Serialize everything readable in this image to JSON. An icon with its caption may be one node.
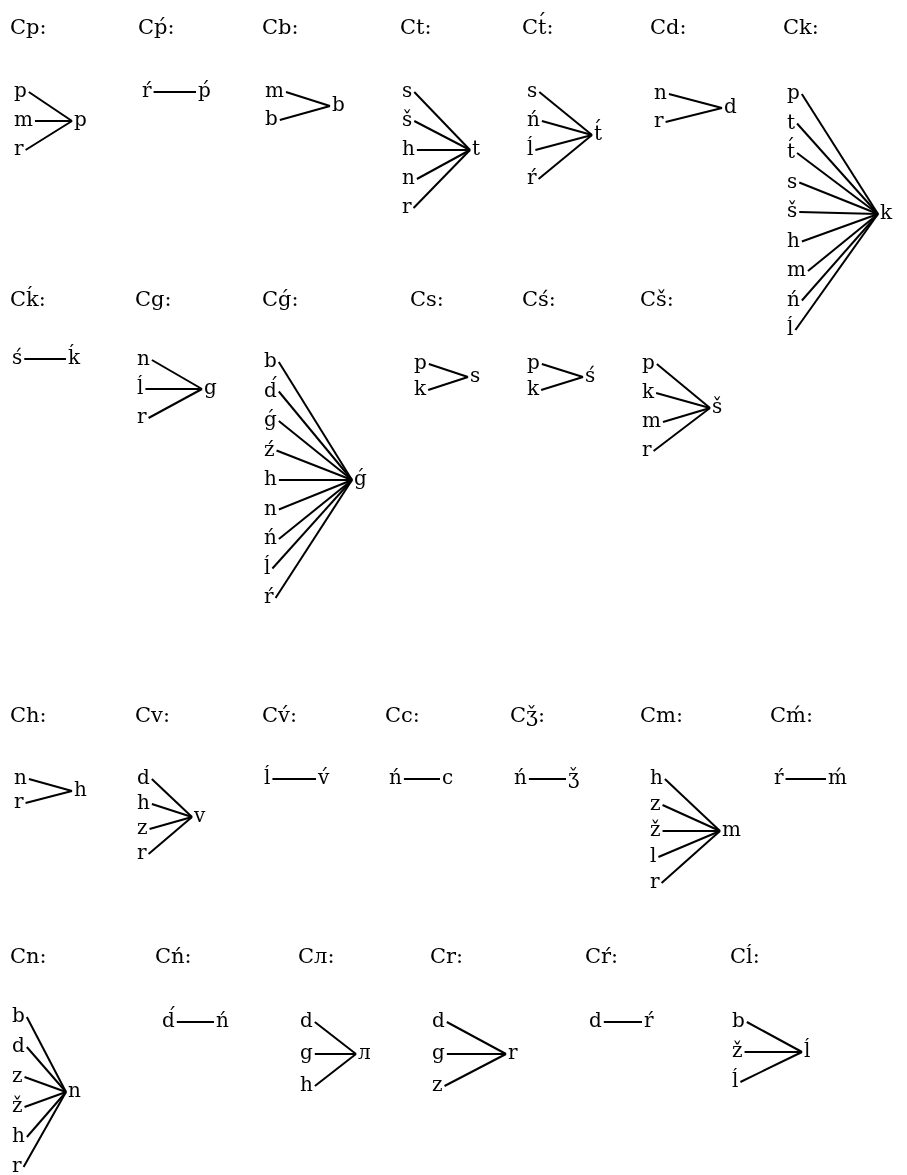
{
  "diagram": {
    "nodes": [
      {
        "text": [
          "p"
        ]
      },
      {
        "text": [
          "m"
        ]
      },
      {
        "text": [
          "r"
        ]
      },
      {
        "text": [
          "p"
        ]
      },
      {
        "text": [
          "ŕ"
        ]
      },
      {
        "text": [
          "ṕ"
        ]
      },
      {
        "text": [
          "m"
        ]
      },
      {
        "text": [
          "b"
        ]
      },
      {
        "text": [
          "b"
        ]
      },
      {
        "text": [
          "s"
        ]
      },
      {
        "text": [
          "š"
        ]
      },
      {
        "text": [
          "h"
        ]
      },
      {
        "text": [
          "n"
        ]
      },
      {
        "text": [
          "r"
        ]
      },
      {
        "text": [
          "t"
        ]
      },
      {
        "text": [
          "s"
        ]
      },
      {
        "text": [
          "ń"
        ]
      },
      {
        "text": [
          "ĺ"
        ]
      },
      {
        "text": [
          "ŕ"
        ]
      },
      {
        "text": [
          "t́"
        ]
      },
      {
        "text": [
          "n"
        ]
      },
      {
        "text": [
          "r"
        ]
      },
      {
        "text": [
          "d"
        ]
      },
      {
        "text": [
          "p"
        ]
      },
      {
        "text": [
          "t"
        ]
      },
      {
        "text": [
          "t́"
        ]
      },
      {
        "text": [
          "s"
        ]
      },
      {
        "text": [
          "š"
        ]
      },
      {
        "text": [
          "h"
        ]
      },
      {
        "text": [
          "m"
        ]
      },
      {
        "text": [
          "ń"
        ]
      },
      {
        "text": [
          "ĺ"
        ]
      },
      {
        "text": [
          "k"
        ]
      },
      {
        "text": [
          "ś"
        ]
      },
      {
        "text": [
          "ḱ"
        ]
      },
      {
        "text": [
          "n"
        ]
      },
      {
        "text": [
          "ĺ"
        ]
      },
      {
        "text": [
          "r"
        ]
      },
      {
        "text": [
          "g"
        ]
      },
      {
        "text": [
          "b"
        ]
      },
      {
        "text": [
          "d́"
        ]
      },
      {
        "text": [
          "ǵ"
        ]
      },
      {
        "text": [
          "ź"
        ]
      },
      {
        "text": [
          "h"
        ]
      },
      {
        "text": [
          "n"
        ]
      },
      {
        "text": [
          "ń"
        ]
      },
      {
        "text": [
          "ĺ"
        ]
      },
      {
        "text": [
          "ŕ"
        ]
      },
      {
        "text": [
          "ǵ"
        ]
      },
      {
        "text": [
          "p"
        ]
      },
      {
        "text": [
          "k"
        ]
      },
      {
        "text": [
          "s"
        ]
      },
      {
        "text": [
          "p"
        ]
      },
      {
        "text": [
          "k"
        ]
      },
      {
        "text": [
          "ś"
        ]
      },
      {
        "text": [
          "p"
        ]
      },
      {
        "text": [
          "k"
        ]
      },
      {
        "text": [
          "m"
        ]
      },
      {
        "text": [
          "r"
        ]
      },
      {
        "text": [
          "š"
        ]
      },
      {
        "text": [
          "n"
        ]
      },
      {
        "text": [
          "r"
        ]
      },
      {
        "text": [
          "h"
        ]
      },
      {
        "text": [
          "d"
        ]
      },
      {
        "text": [
          "h"
        ]
      },
      {
        "text": [
          "z"
        ]
      },
      {
        "text": [
          "r"
        ]
      },
      {
        "text": [
          "v"
        ]
      },
      {
        "text": [
          "ĺ"
        ]
      },
      {
        "text": [
          "v́"
        ]
      },
      {
        "text": [
          "ń"
        ]
      },
      {
        "text": [
          "c"
        ]
      },
      {
        "text": [
          "ń"
        ]
      },
      {
        "text": [
          "ǯ"
        ]
      },
      {
        "text": [
          "h"
        ]
      },
      {
        "text": [
          "z"
        ]
      },
      {
        "text": [
          "ž"
        ]
      },
      {
        "text": [
          "l"
        ]
      },
      {
        "text": [
          "r"
        ]
      },
      {
        "text": [
          "m"
        ]
      },
      {
        "text": [
          "ŕ"
        ]
      },
      {
        "text": [
          "ḿ"
        ]
      },
      {
        "text": [
          "b"
        ]
      },
      {
        "text": [
          "d"
        ]
      },
      {
        "text": [
          "z"
        ]
      },
      {
        "text": [
          "ž"
        ]
      },
      {
        "text": [
          "h"
        ]
      },
      {
        "text": [
          "r"
        ]
      },
      {
        "text": [
          "n"
        ]
      },
      {
        "text": [
          "d́"
        ]
      },
      {
        "text": [
          "ń"
        ]
      },
      {
        "text": [
          "d"
        ]
      },
      {
        "text": [
          "g"
        ]
      },
      {
        "text": [
          "h"
        ]
      },
      {
        "text": [
          "л"
        ]
      },
      {
        "text": [
          "d"
        ]
      },
      {
        "text": [
          "g"
        ]
      },
      {
        "text": [
          "z"
        ]
      },
      {
        "text": [
          "r"
        ]
      },
      {
        "text": [
          "d"
        ]
      },
      {
        "text": [
          "ŕ"
        ]
      },
      {
        "text": [
          "b"
        ]
      },
      {
        "text": [
          "ž"
        ]
      },
      {
        "text": [
          "ĺ"
        ]
      },
      {
        "text": [
          "ĺ"
        ]
      }
    ],
    "edges": [
      {
        "from": 0,
        "to": 3,
        "arrow": "none"
      },
      {
        "from": 1,
        "to": 3,
        "arrow": "none"
      },
      {
        "from": 2,
        "to": 3,
        "arrow": "none"
      },
      {
        "from": 4,
        "to": 5,
        "arrow": "none"
      },
      {
        "from": 6,
        "to": 8,
        "arrow": "none"
      },
      {
        "from": 7,
        "to": 8,
        "arrow": "none"
      },
      {
        "from": 9,
        "to": 14,
        "arrow": "none"
      },
      {
        "from": 10,
        "to": 14,
        "arrow": "none"
      },
      {
        "from": 11,
        "to": 14,
        "arrow": "none"
      },
      {
        "from": 12,
        "to": 14,
        "arrow": "none"
      },
      {
        "from": 13,
        "to": 14,
        "arrow": "none"
      },
      {
        "from": 15,
        "to": 19,
        "arrow": "none"
      },
      {
        "from": 16,
        "to": 19,
        "arrow": "none"
      },
      {
        "from": 17,
        "to": 19,
        "arrow": "none"
      },
      {
        "from": 18,
        "to": 19,
        "arrow": "none"
      },
      {
        "from": 20,
        "to": 22,
        "arrow": "none"
      },
      {
        "from": 21,
        "to": 22,
        "arrow": "none"
      },
      {
        "from": 23,
        "to": 32,
        "arrow": "none"
      },
      {
        "from": 24,
        "to": 32,
        "arrow": "none"
      },
      {
        "from": 25,
        "to": 32,
        "arrow": "none"
      },
      {
        "from": 26,
        "to": 32,
        "arrow": "none"
      },
      {
        "from": 27,
        "to": 32,
        "arrow": "none"
      },
      {
        "from": 28,
        "to": 32,
        "arrow": "none"
      },
      {
        "from": 29,
        "to": 32,
        "arrow": "none"
      },
      {
        "from": 30,
        "to": 32,
        "arrow": "none"
      },
      {
        "from": 31,
        "to": 32,
        "arrow": "none"
      },
      {
        "from": 33,
        "to": 34,
        "arrow": "none"
      },
      {
        "from": 35,
        "to": 38,
        "arrow": "none"
      },
      {
        "from": 36,
        "to": 38,
        "arrow": "none"
      },
      {
        "from": 37,
        "to": 38,
        "arrow": "none"
      },
      {
        "from": 39,
        "to": 48,
        "arrow": "none"
      },
      {
        "from": 40,
        "to": 48,
        "arrow": "none"
      },
      {
        "from": 41,
        "to": 48,
        "arrow": "none"
      },
      {
        "from": 42,
        "to": 48,
        "arrow": "none"
      },
      {
        "from": 43,
        "to": 48,
        "arrow": "none"
      },
      {
        "from": 44,
        "to": 48,
        "arrow": "none"
      },
      {
        "from": 45,
        "to": 48,
        "arrow": "none"
      },
      {
        "from": 46,
        "to": 48,
        "arrow": "none"
      },
      {
        "from": 47,
        "to": 48,
        "arrow": "none"
      },
      {
        "from": 49,
        "to": 51,
        "arrow": "none"
      },
      {
        "from": 50,
        "to": 51,
        "arrow": "none"
      },
      {
        "from": 52,
        "to": 54,
        "arrow": "none"
      },
      {
        "from": 53,
        "to": 54,
        "arrow": "none"
      },
      {
        "from": 55,
        "to": 59,
        "arrow": "none"
      },
      {
        "from": 56,
        "to": 59,
        "arrow": "none"
      },
      {
        "from": 57,
        "to": 59,
        "arrow": "none"
      },
      {
        "from": 58,
        "to": 59,
        "arrow": "none"
      },
      {
        "from": 60,
        "to": 62,
        "arrow": "none"
      },
      {
        "from": 61,
        "to": 62,
        "arrow": "none"
      },
      {
        "from": 63,
        "to": 67,
        "arrow": "none"
      },
      {
        "from": 64,
        "to": 67,
        "arrow": "none"
      },
      {
        "from": 65,
        "to": 67,
        "arrow": "none"
      },
      {
        "from": 66,
        "to": 67,
        "arrow": "none"
      },
      {
        "from": 68,
        "to": 69,
        "arrow": "none"
      },
      {
        "from": 70,
        "to": 71,
        "arrow": "none"
      },
      {
        "from": 72,
        "to": 73,
        "arrow": "none"
      },
      {
        "from": 74,
        "to": 79,
        "arrow": "none"
      },
      {
        "from": 75,
        "to": 79,
        "arrow": "none"
      },
      {
        "from": 76,
        "to": 79,
        "arrow": "none"
      },
      {
        "from": 77,
        "to": 79,
        "arrow": "none"
      },
      {
        "from": 78,
        "to": 79,
        "arrow": "none"
      },
      {
        "from": 80,
        "to": 81,
        "arrow": "none"
      },
      {
        "from": 82,
        "to": 88,
        "arrow": "none"
      },
      {
        "from": 83,
        "to": 88,
        "arrow": "none"
      },
      {
        "from": 84,
        "to": 88,
        "arrow": "none"
      },
      {
        "from": 85,
        "to": 88,
        "arrow": "none"
      },
      {
        "from": 86,
        "to": 88,
        "arrow": "none"
      },
      {
        "from": 87,
        "to": 88,
        "arrow": "none"
      },
      {
        "from": 89,
        "to": 90,
        "arrow": "none"
      },
      {
        "from": 91,
        "to": 94,
        "arrow": "none"
      },
      {
        "from": 92,
        "to": 94,
        "arrow": "none"
      },
      {
        "from": 93,
        "to": 94,
        "arrow": "none"
      },
      {
        "from": 95,
        "to": 98,
        "arrow": "none"
      },
      {
        "from": 96,
        "to": 98,
        "arrow": "none"
      },
      {
        "from": 97,
        "to": 98,
        "arrow": "none"
      },
      {
        "from": 99,
        "to": 100,
        "arrow": "none"
      },
      {
        "from": 101,
        "to": 104,
        "arrow": "none"
      },
      {
        "from": 102,
        "to": 104,
        "arrow": "none"
      },
      {
        "from": 103,
        "to": 104,
        "arrow": "none"
      }
    ],
    "labels": [
      "Cp:",
      "Cṕ:",
      "Cb:",
      "Ct:",
      "Ct́:",
      "Cd:",
      "Ck:",
      "Cḱ:",
      "Cg:",
      "Cǵ:",
      "Cs:",
      "Cś:",
      "Cš:",
      "Ch:",
      "Cv:",
      "Cv́:",
      "Cc:",
      "Cǯ:",
      "Cm:",
      "Cḿ:",
      "Cn:",
      "Cń:",
      "Cл:",
      "Cr:",
      "Cŕ:",
      "Cĺ:"
    ]
  }
}
